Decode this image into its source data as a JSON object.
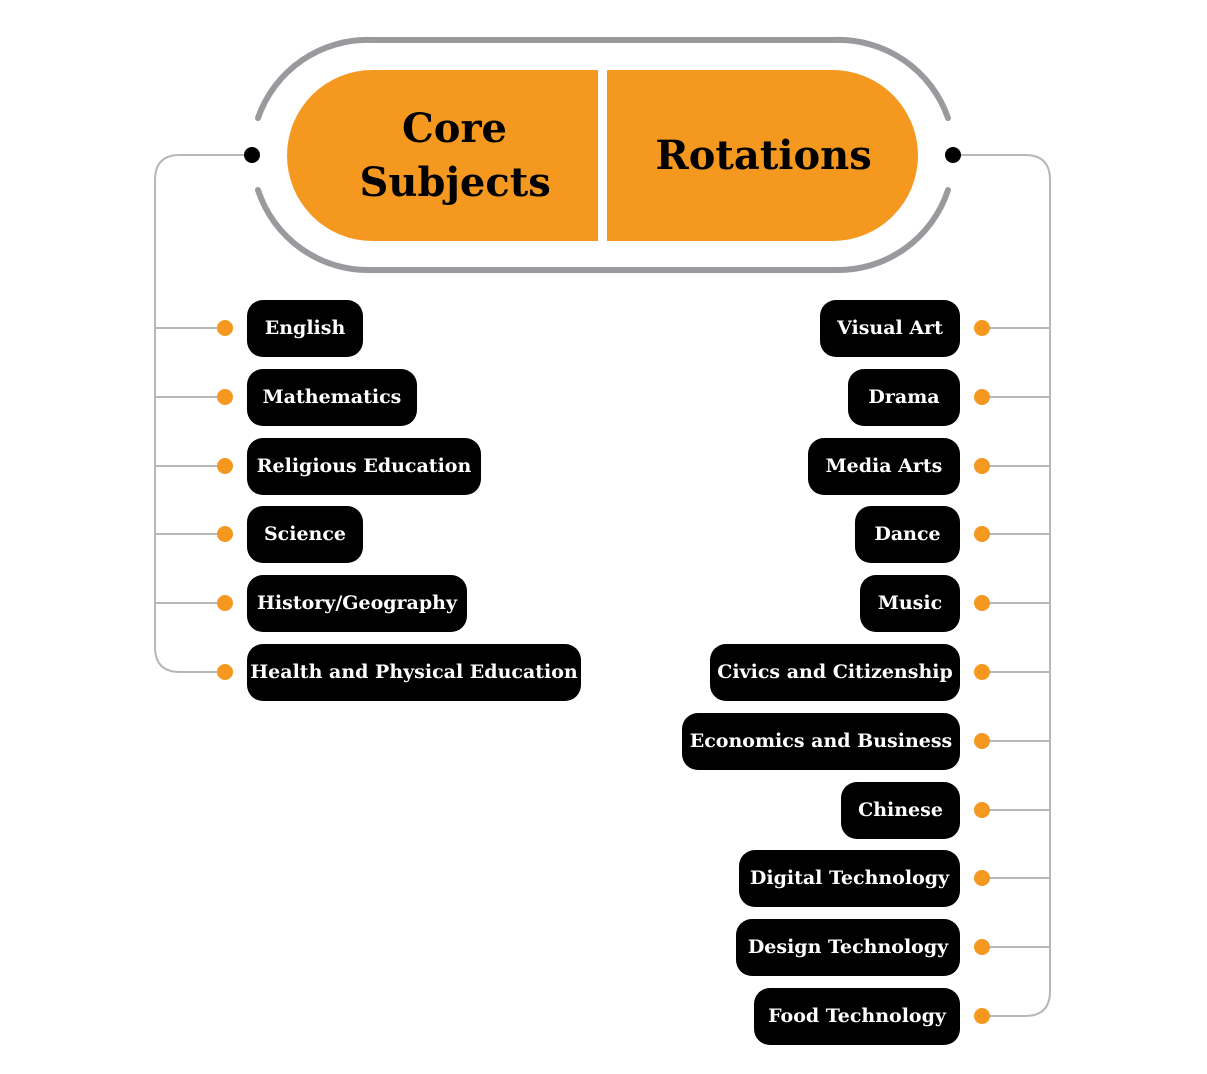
{
  "colors": {
    "accent": "#F5981F",
    "pill": "#000000",
    "pill_text": "#FFFFFF",
    "outline": "#9A9A9E",
    "connector": "#B7B7B7",
    "anchor_dot": "#000000"
  },
  "header": {
    "left_title": "Core Subjects",
    "right_title": "Rotations"
  },
  "core_subjects": [
    {
      "label": "English"
    },
    {
      "label": "Mathematics"
    },
    {
      "label": "Religious Education"
    },
    {
      "label": "Science"
    },
    {
      "label": "History/Geography"
    },
    {
      "label": "Health and Physical Education"
    }
  ],
  "rotations": [
    {
      "label": "Visual Art"
    },
    {
      "label": "Drama"
    },
    {
      "label": "Media Arts"
    },
    {
      "label": "Dance"
    },
    {
      "label": "Music"
    },
    {
      "label": "Civics and Citizenship"
    },
    {
      "label": "Economics and Business"
    },
    {
      "label": "Chinese"
    },
    {
      "label": "Digital Technology"
    },
    {
      "label": "Design Technology"
    },
    {
      "label": "Food Technology"
    }
  ]
}
